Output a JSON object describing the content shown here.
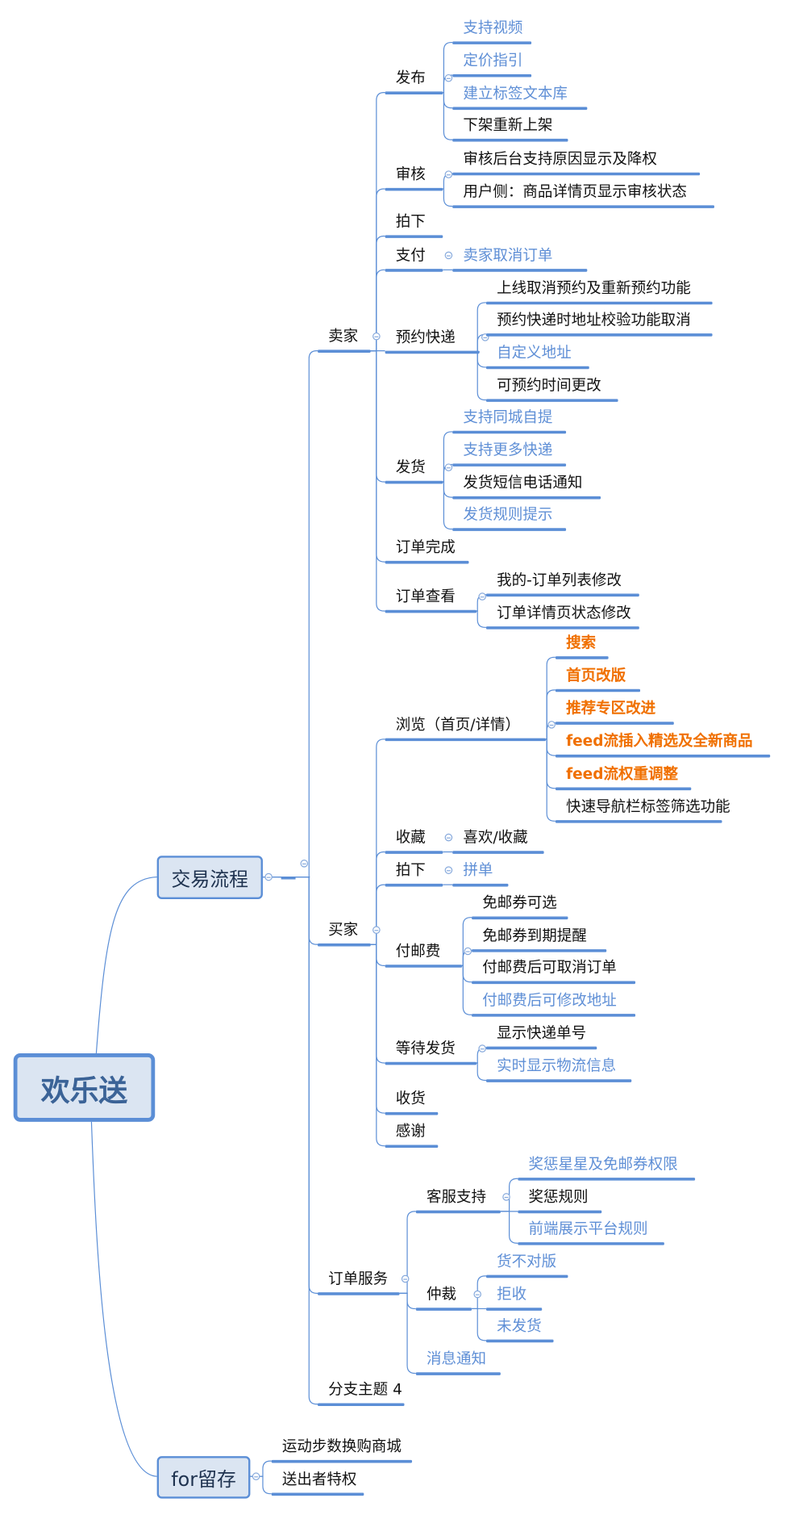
{
  "root": {
    "label": "欢乐送"
  },
  "branches": {
    "trade": {
      "label": "交易流程"
    },
    "retention": {
      "label": "for留存"
    }
  },
  "colors": {
    "line": "#5b8ed6",
    "box_fill": "#dbe5f2",
    "blue_text": "#5f8fd6",
    "orange_text": "#f07000"
  },
  "nodes": [
    {
      "id": "seller",
      "label": "卖家",
      "style": "black"
    },
    {
      "id": "buyer",
      "label": "买家",
      "style": "black"
    },
    {
      "id": "service",
      "label": "订单服务",
      "style": "black"
    },
    {
      "id": "branch4",
      "label": "分支主题 4",
      "style": "black"
    },
    {
      "id": "publish",
      "label": "发布",
      "style": "black"
    },
    {
      "id": "pub1",
      "label": "支持视频",
      "style": "blue"
    },
    {
      "id": "pub2",
      "label": "定价指引",
      "style": "blue"
    },
    {
      "id": "pub3",
      "label": "建立标签文本库",
      "style": "blue"
    },
    {
      "id": "pub4",
      "label": "下架重新上架",
      "style": "black"
    },
    {
      "id": "review",
      "label": "审核",
      "style": "black"
    },
    {
      "id": "rev1",
      "label": "审核后台支持原因显示及降权",
      "style": "black"
    },
    {
      "id": "rev2",
      "label": "用户侧：商品详情页显示审核状态",
      "style": "black"
    },
    {
      "id": "take",
      "label": "拍下",
      "style": "black"
    },
    {
      "id": "pay",
      "label": "支付",
      "style": "black"
    },
    {
      "id": "pay1",
      "label": "卖家取消订单",
      "style": "blue"
    },
    {
      "id": "express",
      "label": "预约快递",
      "style": "black"
    },
    {
      "id": "exp1",
      "label": "上线取消预约及重新预约功能",
      "style": "black"
    },
    {
      "id": "exp2",
      "label": "预约快递时地址校验功能取消",
      "style": "black"
    },
    {
      "id": "exp3",
      "label": "自定义地址",
      "style": "blue"
    },
    {
      "id": "exp4",
      "label": "可预约时间更改",
      "style": "black"
    },
    {
      "id": "ship",
      "label": "发货",
      "style": "black"
    },
    {
      "id": "ship1",
      "label": "支持同城自提",
      "style": "blue"
    },
    {
      "id": "ship2",
      "label": "支持更多快递",
      "style": "blue"
    },
    {
      "id": "ship3",
      "label": "发货短信电话通知",
      "style": "black"
    },
    {
      "id": "ship4",
      "label": "发货规则提示",
      "style": "blue"
    },
    {
      "id": "done",
      "label": "订单完成",
      "style": "black"
    },
    {
      "id": "view",
      "label": "订单查看",
      "style": "black"
    },
    {
      "id": "view1",
      "label": "我的-订单列表修改",
      "style": "black"
    },
    {
      "id": "view2",
      "label": "订单详情页状态修改",
      "style": "black"
    },
    {
      "id": "browse",
      "label": "浏览（首页/详情）",
      "style": "black"
    },
    {
      "id": "br1",
      "label": "搜索",
      "style": "orange"
    },
    {
      "id": "br2",
      "label": "首页改版",
      "style": "orange"
    },
    {
      "id": "br3",
      "label": "推荐专区改进",
      "style": "orange"
    },
    {
      "id": "br4",
      "label": "feed流插入精选及全新商品",
      "style": "orange"
    },
    {
      "id": "br5",
      "label": "feed流权重调整",
      "style": "orange"
    },
    {
      "id": "br6",
      "label": "快速导航栏标签筛选功能",
      "style": "black"
    },
    {
      "id": "fav",
      "label": "收藏",
      "style": "black"
    },
    {
      "id": "fav1",
      "label": "喜欢/收藏",
      "style": "black"
    },
    {
      "id": "btake",
      "label": "拍下",
      "style": "black"
    },
    {
      "id": "btake1",
      "label": "拼单",
      "style": "blue"
    },
    {
      "id": "postage",
      "label": "付邮费",
      "style": "black"
    },
    {
      "id": "post1",
      "label": "免邮券可选",
      "style": "black"
    },
    {
      "id": "post2",
      "label": "免邮券到期提醒",
      "style": "black"
    },
    {
      "id": "post3",
      "label": "付邮费后可取消订单",
      "style": "black"
    },
    {
      "id": "post4",
      "label": "付邮费后可修改地址",
      "style": "blue"
    },
    {
      "id": "wait",
      "label": "等待发货",
      "style": "black"
    },
    {
      "id": "wait1",
      "label": "显示快递单号",
      "style": "black"
    },
    {
      "id": "wait2",
      "label": "实时显示物流信息",
      "style": "blue"
    },
    {
      "id": "receive",
      "label": "收货",
      "style": "black"
    },
    {
      "id": "thanks",
      "label": "感谢",
      "style": "black"
    },
    {
      "id": "cs",
      "label": "客服支持",
      "style": "black"
    },
    {
      "id": "cs1",
      "label": "奖惩星星及免邮券权限",
      "style": "blue"
    },
    {
      "id": "cs2",
      "label": "奖惩规则",
      "style": "black"
    },
    {
      "id": "cs3",
      "label": "前端展示平台规则",
      "style": "blue"
    },
    {
      "id": "arb",
      "label": "仲裁",
      "style": "black"
    },
    {
      "id": "arb1",
      "label": "货不对版",
      "style": "blue"
    },
    {
      "id": "arb2",
      "label": "拒收",
      "style": "blue"
    },
    {
      "id": "arb3",
      "label": "未发货",
      "style": "blue"
    },
    {
      "id": "notify",
      "label": "消息通知",
      "style": "blue"
    },
    {
      "id": "ret1",
      "label": "运动步数换购商城",
      "style": "black"
    },
    {
      "id": "ret2",
      "label": "送出者特权",
      "style": "black"
    }
  ]
}
